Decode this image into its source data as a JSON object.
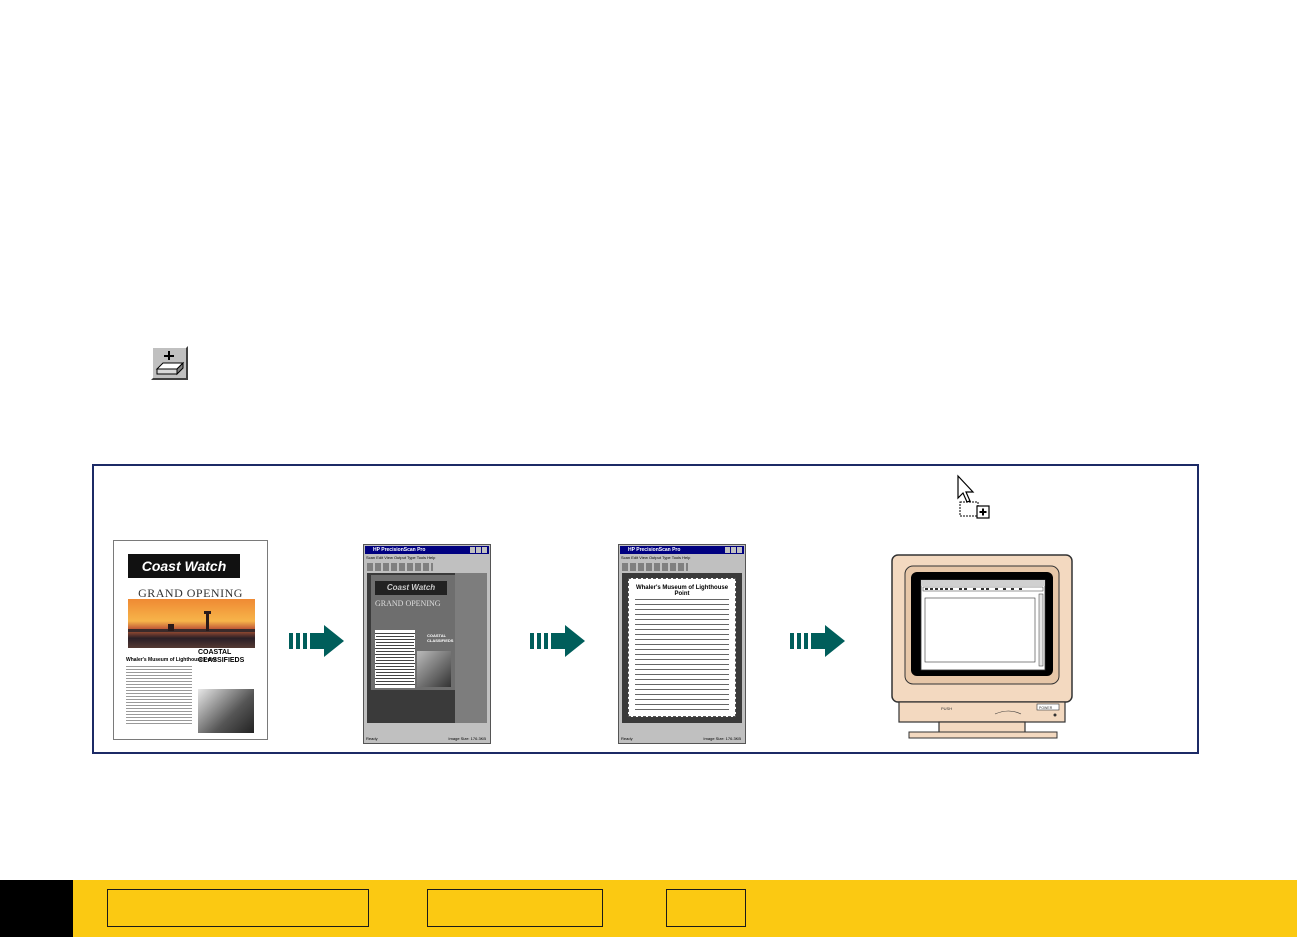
{
  "steps": {
    "newsletter": {
      "logo": "Coast Watch",
      "title": "GRAND OPENING",
      "headline": "Whaler's Museum of Lighthouse Point",
      "classifieds": "COASTAL CLASSIFIEDS"
    },
    "scan_window": {
      "title": "HP PrecisionScan Pro",
      "menu": "Scan  Edit  View  Output Type  Tools  Help",
      "status_left": "Ready",
      "status_right": "Image Size: 176.3KB",
      "preview_logo": "Coast Watch",
      "preview_title": "GRAND OPENING",
      "preview_classifieds": "COASTAL CLASSIFIEDS"
    },
    "final_window": {
      "title": "HP PrecisionScan Pro",
      "menu": "Scan  Edit  View  Output Type  Tools  Help",
      "status_left": "Ready",
      "status_right": "Image Size: 176.3KB",
      "headline": "Whaler's Museum of Lighthouse Point"
    },
    "monitor": {
      "label_push": "PUSH",
      "label_power": "POWER"
    }
  },
  "colors": {
    "arrow": "#005e5b",
    "footer": "#fbc912",
    "frame": "#1c2a66"
  },
  "icons": {
    "scan_button": "add-to-scanner-icon",
    "cursor": "arrow-cursor-with-plus-icon"
  }
}
